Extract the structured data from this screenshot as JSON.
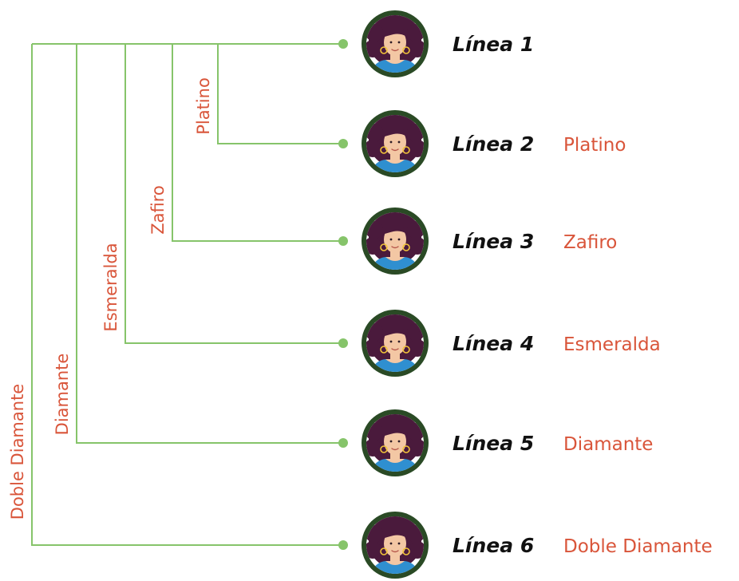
{
  "colors": {
    "connector": "#86c46a",
    "ring": "#2a4a25",
    "rank_text": "#d9553a",
    "line_text": "#111111",
    "hair": "#4a1a3c",
    "skin": "#f3c7a4",
    "shirt": "#2f8fd0"
  },
  "icons": {
    "member_avatar": "woman-avatar-icon"
  },
  "rows": [
    {
      "line_label": "Línea 1",
      "rank_label": ""
    },
    {
      "line_label": "Línea 2",
      "rank_label": "Platino"
    },
    {
      "line_label": "Línea 3",
      "rank_label": "Zafiro"
    },
    {
      "line_label": "Línea 4",
      "rank_label": "Esmeralda"
    },
    {
      "line_label": "Línea 5",
      "rank_label": "Diamante"
    },
    {
      "line_label": "Línea 6",
      "rank_label": "Doble Diamante"
    }
  ],
  "branches": [
    {
      "label": "Platino"
    },
    {
      "label": "Zafiro"
    },
    {
      "label": "Esmeralda"
    },
    {
      "label": "Diamante"
    },
    {
      "label": "Doble Diamante"
    }
  ]
}
